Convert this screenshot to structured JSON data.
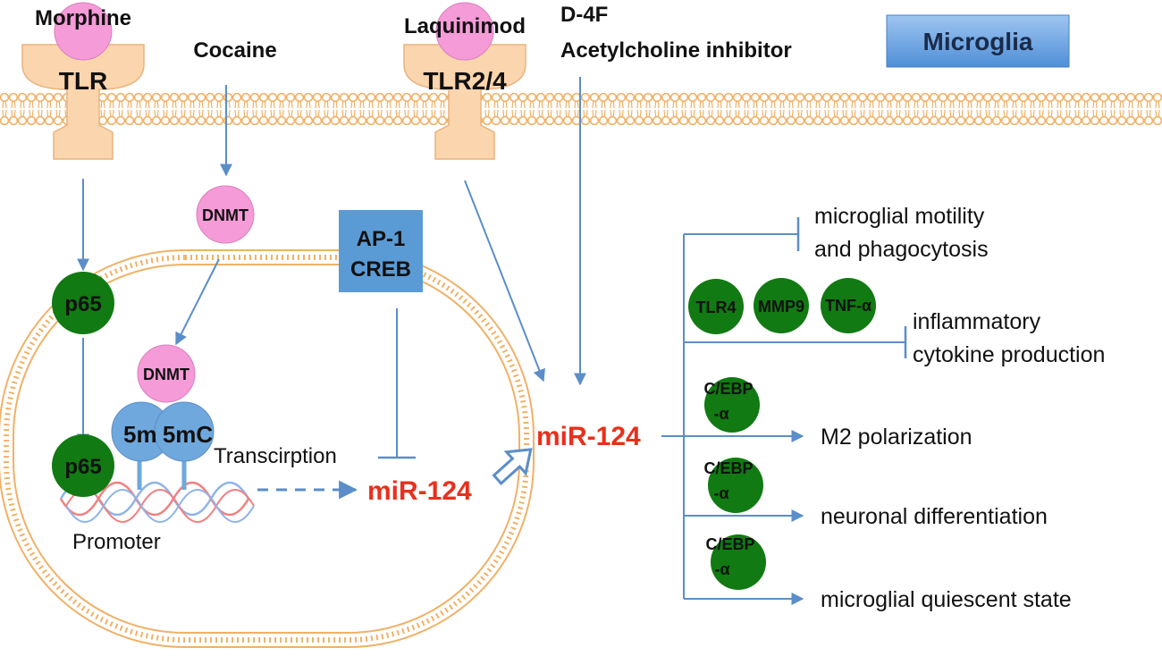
{
  "colors": {
    "membrane": "#f0b167",
    "receptor": "#fbd5ad",
    "receptor_stroke": "#e9b47f",
    "ligand_pink": "#f59bd8",
    "green": "#117a12",
    "arrow": "#5b8ec9",
    "red_text": "#e8301c",
    "box_blue": "#5b9bd5",
    "dna_red": "#f08080",
    "dna_blue": "#8fb4e8",
    "methyl_blue": "#6fa8dc"
  },
  "icons": {
    "receptor": "tlr-receptor-icon",
    "membrane": "lipid-bilayer-membrane-icon",
    "nucleus": "nuclear-envelope-icon",
    "dna": "dna-double-helix-icon"
  },
  "ligands": {
    "morphine": "Morphine",
    "cocaine": "Cocaine",
    "laquinimod": "Laquinimod",
    "d4f": "D-4F",
    "ach_inhibitor": "Acetylcholine inhibitor"
  },
  "receptors": {
    "tlr": "TLR",
    "tlr24": "TLR2/4"
  },
  "cell_title": "Microglia",
  "nodes": {
    "dnmt_cyto": "DNMT",
    "dnmt_nuc": "DNMT",
    "p65_cyto": "p65",
    "p65_nuc": "p65",
    "methyl_1": "5m",
    "methyl_2": "5mC",
    "tf_line1": "AP-1",
    "tf_line2": "CREB",
    "transcription": "Transcirption",
    "promoter": "Promoter",
    "mir_nuclear": "miR-124",
    "mir_cyto": "miR-124"
  },
  "targets": {
    "tlr4": "TLR4",
    "mmp9": "MMP9",
    "tnfa": "TNF-α",
    "cebp_line1": "C/EBP",
    "cebp_line2": "-α"
  },
  "outcomes": {
    "motility_line1": "microglial motility",
    "motility_line2": "and phagocytosis",
    "inflam_line1": "inflammatory",
    "inflam_line2": "cytokine production",
    "m2": "M2 polarization",
    "neuronal": "neuronal differentiation",
    "quiescent": "microglial quiescent state"
  }
}
